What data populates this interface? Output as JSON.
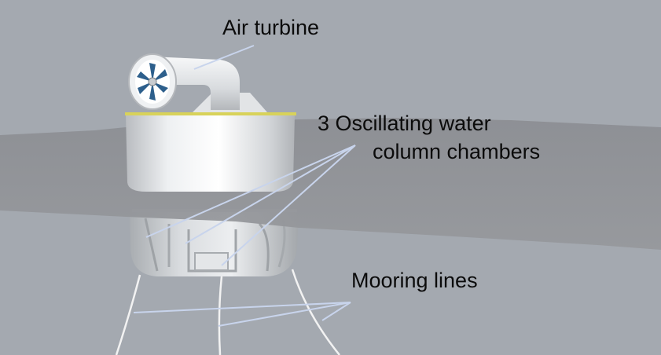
{
  "labels": {
    "air_turbine": "Air turbine",
    "owc_line1": "3 Oscillating water",
    "owc_line2": "column chambers",
    "mooring_lines": "Mooring lines"
  },
  "colors": {
    "background": "#a4a9b0",
    "sea_surface": "#8f9196",
    "device_body": "#e6e8ea",
    "turbine_blades": "#2d5f8c",
    "rim_accent": "#d8d25a",
    "leader_lines": "#c8d4ec",
    "mooring": "#f2f2f2"
  },
  "icons": {
    "turbine_rotor": "turbine-rotor-icon"
  }
}
